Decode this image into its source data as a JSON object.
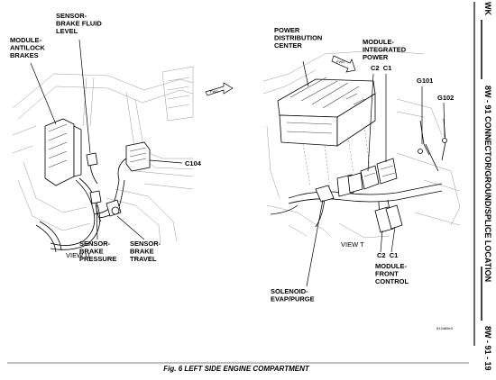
{
  "header": {
    "vehicle_code": "WK",
    "section_title": "8W - 91 CONNECTOR/GROUND/SPLICE LOCATION",
    "page_number": "8W - 91 - 19"
  },
  "left_view": {
    "labels": {
      "antilock": "MODULE-\nANTILOCK\nBRAKES",
      "fluid_level": "SENSOR-\nBRAKE FLUID\nLEVEL",
      "c104": "C104",
      "view": "VIEW U",
      "pressure": "SENSOR-\nBRAKE\nPRESSURE",
      "travel": "SENSOR-\nBRAKE\nTRAVEL",
      "fwd": "FWD"
    }
  },
  "right_view": {
    "labels": {
      "pdc": "POWER\nDISTRIBUTION\nCENTER",
      "mip": "MODULE-\nINTEGRATED\nPOWER",
      "mip_connectors": "C2  C1",
      "g101": "G101",
      "g102": "G102",
      "view": "VIEW T",
      "solenoid": "SOLENOID-\nEVAP/PURGE",
      "fcm_connectors": "C2  C1",
      "fcm": "MODULE-\nFRONT\nCONTROL",
      "fwd": "FWD"
    }
  },
  "figure_id": "812d89e9",
  "caption": "Fig. 6 LEFT SIDE ENGINE COMPARTMENT"
}
